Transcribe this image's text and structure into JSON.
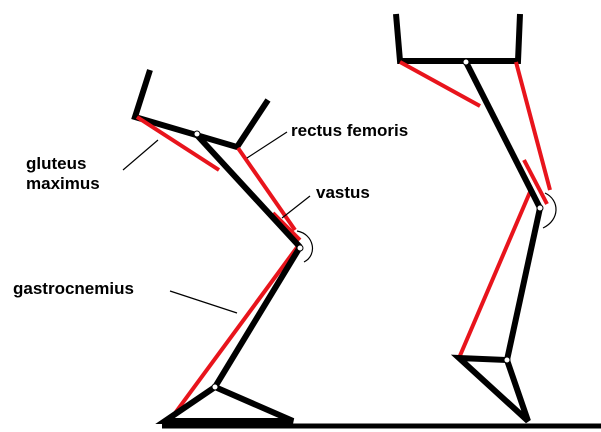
{
  "labels": {
    "gluteus_line1": "gluteus",
    "gluteus_line2": "maximus",
    "rectus_femoris": "rectus femoris",
    "vastus": "vastus",
    "gastrocnemius": "gastrocnemius"
  },
  "colors": {
    "bone": "#000000",
    "muscle": "#e8141c",
    "background": "#ffffff"
  }
}
